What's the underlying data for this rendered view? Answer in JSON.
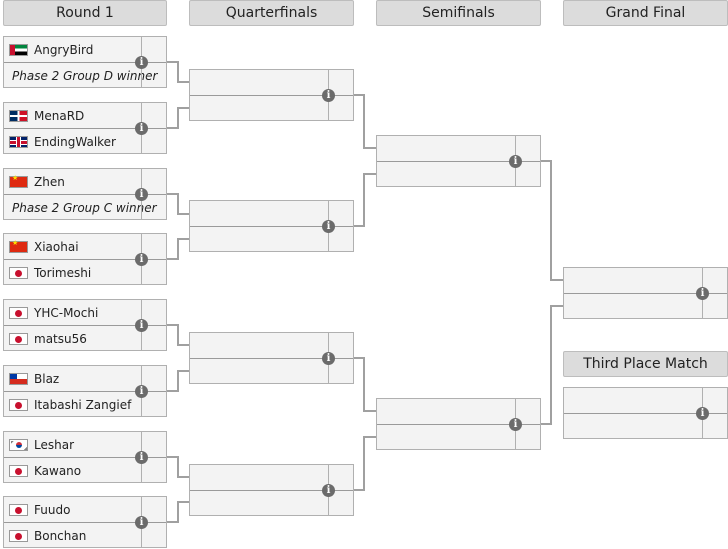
{
  "rounds": [
    "Round 1",
    "Quarterfinals",
    "Semifinals",
    "Grand Final"
  ],
  "third_place_title": "Third Place Match",
  "round1": [
    {
      "top": {
        "name": "AngryBird",
        "flag": "ae"
      },
      "bot": {
        "tbd": "Phase 2 Group D winner"
      }
    },
    {
      "top": {
        "name": "MenaRD",
        "flag": "do"
      },
      "bot": {
        "name": "EndingWalker",
        "flag": "gb"
      }
    },
    {
      "top": {
        "name": "Zhen",
        "flag": "cn"
      },
      "bot": {
        "tbd": "Phase 2 Group C winner"
      }
    },
    {
      "top": {
        "name": "Xiaohai",
        "flag": "cn"
      },
      "bot": {
        "name": "Torimeshi",
        "flag": "jp"
      }
    },
    {
      "top": {
        "name": "YHC-Mochi",
        "flag": "jp"
      },
      "bot": {
        "name": "matsu56",
        "flag": "jp"
      }
    },
    {
      "top": {
        "name": "Blaz",
        "flag": "cl"
      },
      "bot": {
        "name": "Itabashi Zangief",
        "flag": "jp"
      }
    },
    {
      "top": {
        "name": "Leshar",
        "flag": "kr"
      },
      "bot": {
        "name": "Kawano",
        "flag": "jp"
      }
    },
    {
      "top": {
        "name": "Fuudo",
        "flag": "jp"
      },
      "bot": {
        "name": "Bonchan",
        "flag": "jp"
      }
    }
  ],
  "icons": {
    "info": "info-icon"
  },
  "colors": {
    "header_bg": "#dcdcdc",
    "match_bg": "#f3f3f3",
    "line": "#a0a0a0",
    "info_icon": "#6b6b6b"
  }
}
